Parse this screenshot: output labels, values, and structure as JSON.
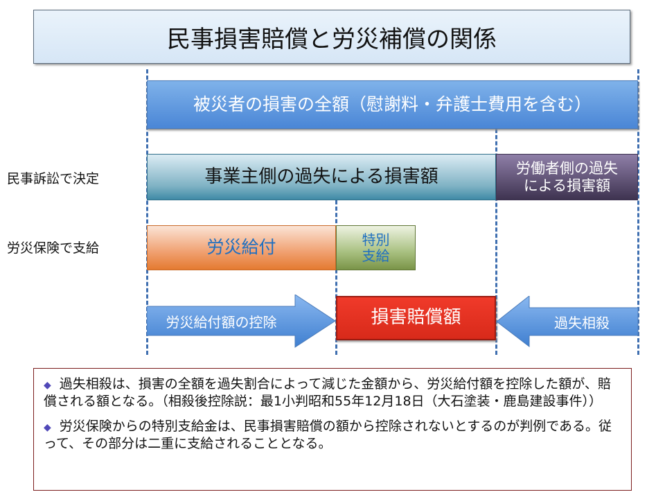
{
  "title": "民事損害賠償と労災補償の関係",
  "rows": {
    "civil_label": "民事訴訟で決定",
    "insurance_label": "労災保険で支給"
  },
  "total_bar": "被災者の損害の全額（慰謝料・弁護士費用を含む）",
  "employer_bar": "事業主側の過失による損害額",
  "worker_bar": [
    "労働者側の過失",
    "による損害額"
  ],
  "rosai_bar": "労災給付",
  "special_bar": [
    "特別",
    "支給"
  ],
  "deduction_arrow": "労災給付額の控除",
  "damage_box": "損害賠償額",
  "offset_arrow": "過失相殺",
  "notes": [
    "過失相殺は、損害の全額を過失割合によって減じた金額から、労災給付額を控除した額が、賠償される額となる。（相殺後控除説：最1小判昭和55年12月18日（大石塗装・鹿島建設事件））",
    "労災保険からの特別支給金は、民事損害賠償の額から控除されないとするのが判例である。従って、その部分は二重に支給されることとなる。"
  ],
  "bullet_icon": "diamond-bullet-icon"
}
